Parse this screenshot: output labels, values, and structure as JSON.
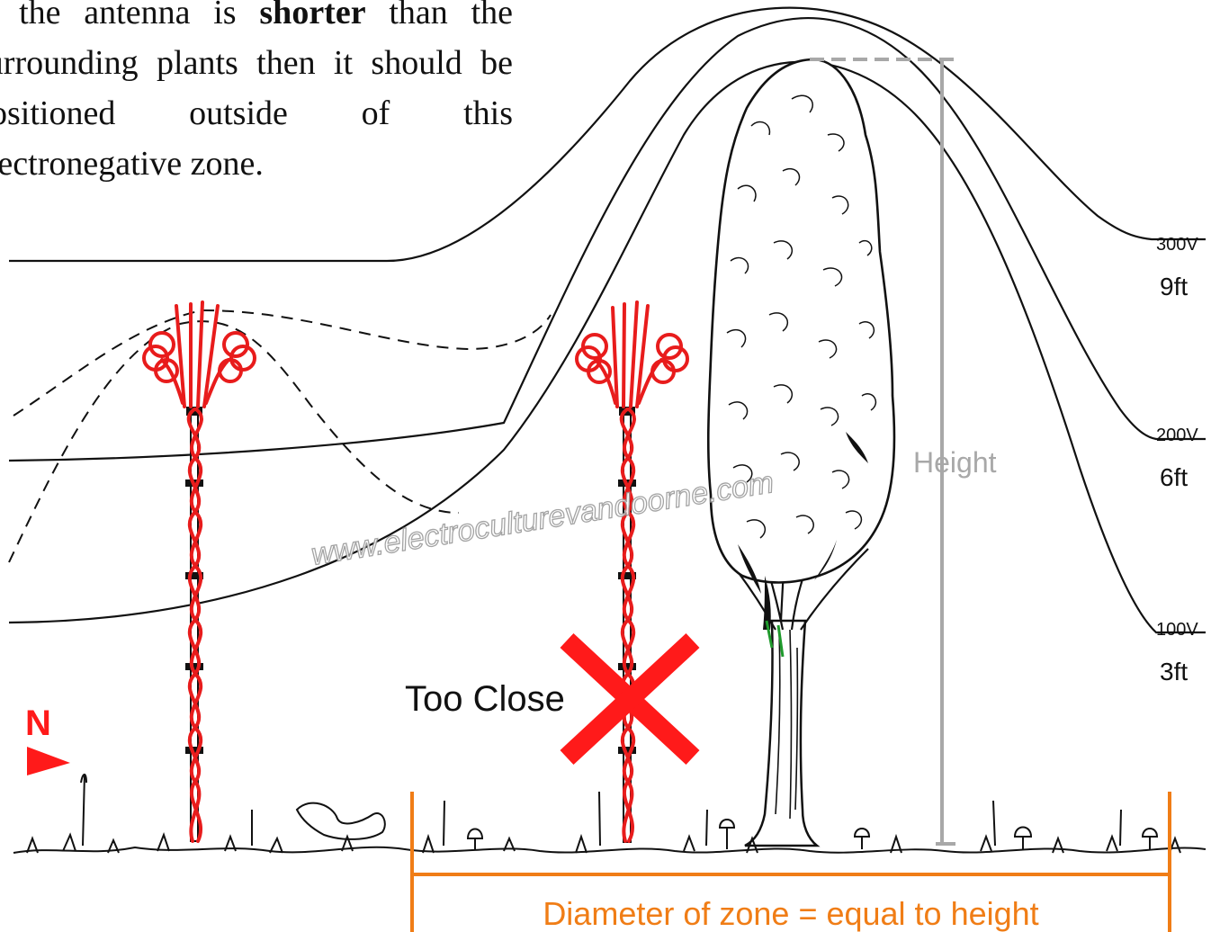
{
  "intro": {
    "part1": "If the antenna is ",
    "emphasis": "shorter",
    "part2": " than the surrounding plants then it should be positioned outside of this electronegative zone."
  },
  "field_lines": [
    {
      "voltage": "300V",
      "height": "9ft"
    },
    {
      "voltage": "200V",
      "height": "6ft"
    },
    {
      "voltage": "100V",
      "height": "3ft"
    }
  ],
  "tree": {
    "height_label": "Height"
  },
  "warning": {
    "label": "Too Close"
  },
  "compass": {
    "label": "N"
  },
  "zone": {
    "caption": "Diameter of zone = equal to height"
  },
  "watermark": "www.electroculturevandoorne.com",
  "colors": {
    "antenna": "#e81c1c",
    "cross": "#ff1a1a",
    "zone": "#f07d16",
    "measure": "#a8a8a8",
    "lines": "#111111"
  }
}
